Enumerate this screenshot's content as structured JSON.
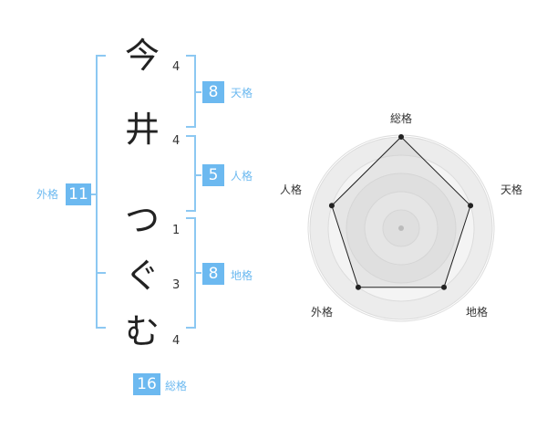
{
  "name": {
    "chars": [
      {
        "char": "今",
        "strokes": "4"
      },
      {
        "char": "井",
        "strokes": "4"
      },
      {
        "char": "つ",
        "strokes": "1"
      },
      {
        "char": "ぐ",
        "strokes": "3"
      },
      {
        "char": "む",
        "strokes": "4"
      }
    ]
  },
  "fortunes": {
    "tenkaku": {
      "value": "8",
      "label": "天格"
    },
    "jinkaku": {
      "value": "5",
      "label": "人格"
    },
    "chikaku": {
      "value": "8",
      "label": "地格"
    },
    "gaikaku": {
      "value": "11",
      "label": "外格"
    },
    "soukaku": {
      "value": "16",
      "label": "総格"
    }
  },
  "colors": {
    "accent": "#6cb9f0",
    "bracket": "#8cc8f2",
    "text": "#222222"
  },
  "chart_data": {
    "type": "radar",
    "axes": [
      "総格",
      "天格",
      "地格",
      "外格",
      "人格"
    ],
    "values": [
      5,
      4,
      4,
      4,
      4
    ],
    "range": [
      0,
      5
    ],
    "rings": 5
  }
}
